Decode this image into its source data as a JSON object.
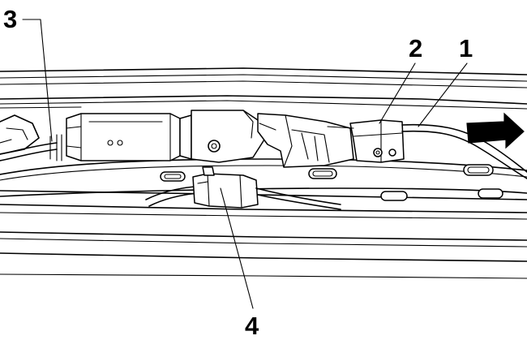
{
  "callouts": [
    {
      "id": "1",
      "label": "1"
    },
    {
      "id": "2",
      "label": "2"
    },
    {
      "id": "3",
      "label": "3"
    },
    {
      "id": "4",
      "label": "4"
    }
  ],
  "colors": {
    "ink": "#000000",
    "paper": "#ffffff"
  },
  "icons": {
    "direction_arrow": "arrow-right-icon"
  }
}
